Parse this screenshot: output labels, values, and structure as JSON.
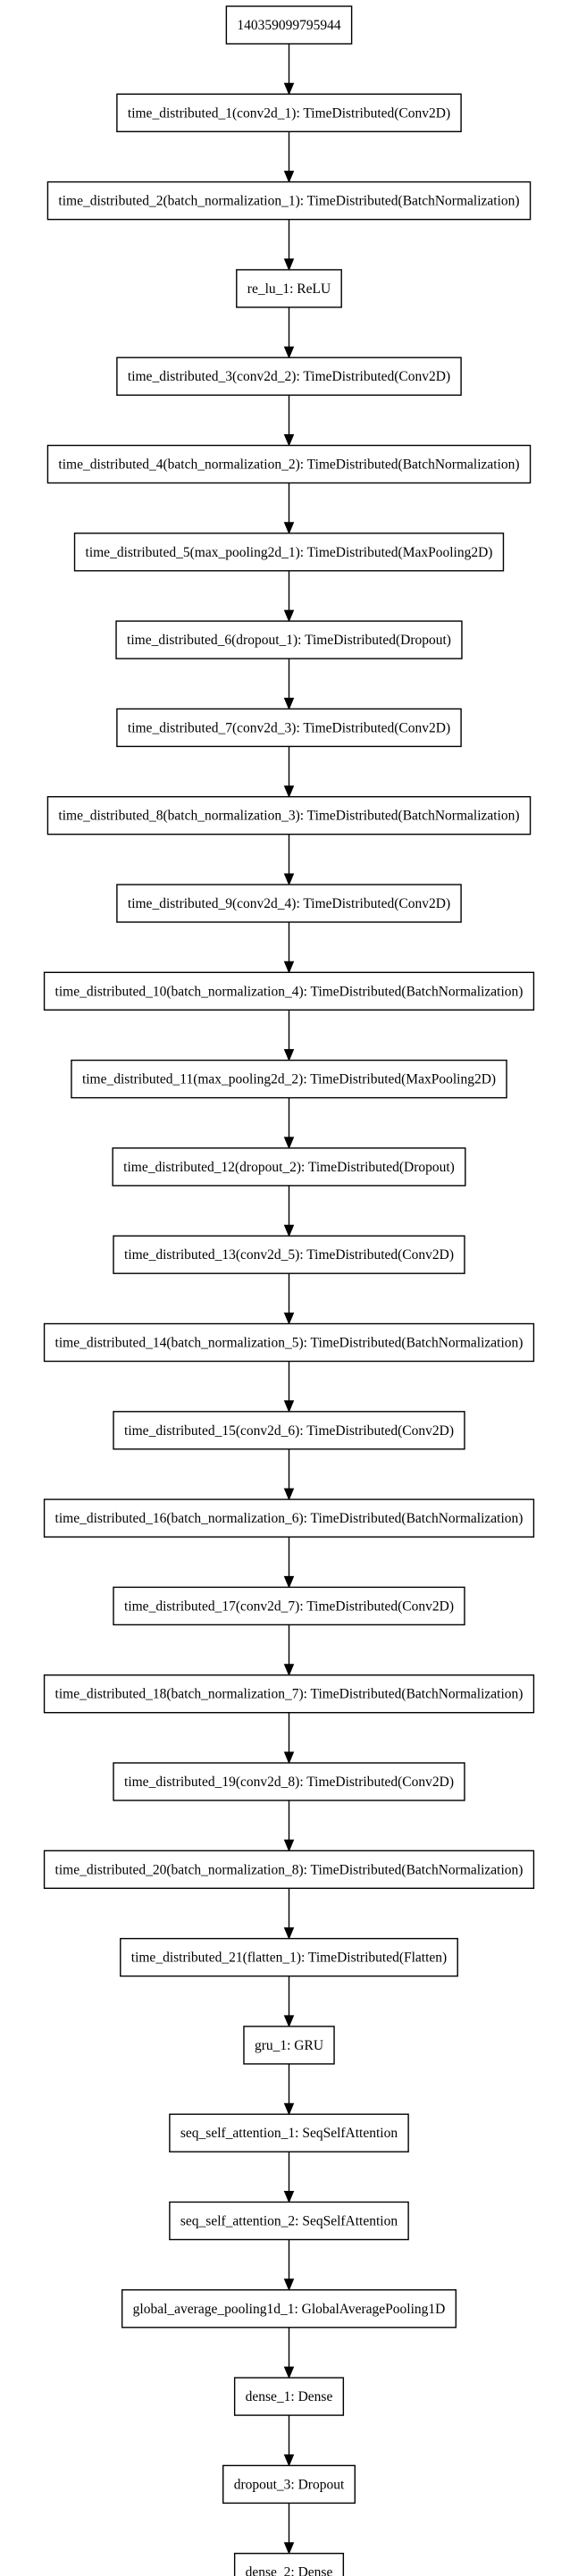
{
  "diagram": {
    "nodes": [
      {
        "id": "input",
        "label": "140359099795944"
      },
      {
        "id": "td1",
        "label": "time_distributed_1(conv2d_1): TimeDistributed(Conv2D)"
      },
      {
        "id": "td2",
        "label": "time_distributed_2(batch_normalization_1): TimeDistributed(BatchNormalization)"
      },
      {
        "id": "relu1",
        "label": "re_lu_1: ReLU"
      },
      {
        "id": "td3",
        "label": "time_distributed_3(conv2d_2): TimeDistributed(Conv2D)"
      },
      {
        "id": "td4",
        "label": "time_distributed_4(batch_normalization_2): TimeDistributed(BatchNormalization)"
      },
      {
        "id": "td5",
        "label": "time_distributed_5(max_pooling2d_1): TimeDistributed(MaxPooling2D)"
      },
      {
        "id": "td6",
        "label": "time_distributed_6(dropout_1): TimeDistributed(Dropout)"
      },
      {
        "id": "td7",
        "label": "time_distributed_7(conv2d_3): TimeDistributed(Conv2D)"
      },
      {
        "id": "td8",
        "label": "time_distributed_8(batch_normalization_3): TimeDistributed(BatchNormalization)"
      },
      {
        "id": "td9",
        "label": "time_distributed_9(conv2d_4): TimeDistributed(Conv2D)"
      },
      {
        "id": "td10",
        "label": "time_distributed_10(batch_normalization_4): TimeDistributed(BatchNormalization)"
      },
      {
        "id": "td11",
        "label": "time_distributed_11(max_pooling2d_2): TimeDistributed(MaxPooling2D)"
      },
      {
        "id": "td12",
        "label": "time_distributed_12(dropout_2): TimeDistributed(Dropout)"
      },
      {
        "id": "td13",
        "label": "time_distributed_13(conv2d_5): TimeDistributed(Conv2D)"
      },
      {
        "id": "td14",
        "label": "time_distributed_14(batch_normalization_5): TimeDistributed(BatchNormalization)"
      },
      {
        "id": "td15",
        "label": "time_distributed_15(conv2d_6): TimeDistributed(Conv2D)"
      },
      {
        "id": "td16",
        "label": "time_distributed_16(batch_normalization_6): TimeDistributed(BatchNormalization)"
      },
      {
        "id": "td17",
        "label": "time_distributed_17(conv2d_7): TimeDistributed(Conv2D)"
      },
      {
        "id": "td18",
        "label": "time_distributed_18(batch_normalization_7): TimeDistributed(BatchNormalization)"
      },
      {
        "id": "td19",
        "label": "time_distributed_19(conv2d_8): TimeDistributed(Conv2D)"
      },
      {
        "id": "td20",
        "label": "time_distributed_20(batch_normalization_8): TimeDistributed(BatchNormalization)"
      },
      {
        "id": "td21",
        "label": "time_distributed_21(flatten_1): TimeDistributed(Flatten)"
      },
      {
        "id": "gru1",
        "label": "gru_1: GRU"
      },
      {
        "id": "ssa1",
        "label": "seq_self_attention_1: SeqSelfAttention"
      },
      {
        "id": "ssa2",
        "label": "seq_self_attention_2: SeqSelfAttention"
      },
      {
        "id": "gap1",
        "label": "global_average_pooling1d_1: GlobalAveragePooling1D"
      },
      {
        "id": "dense1",
        "label": "dense_1: Dense"
      },
      {
        "id": "dropout3",
        "label": "dropout_3: Dropout"
      },
      {
        "id": "dense2",
        "label": "dense_2: Dense"
      }
    ]
  }
}
